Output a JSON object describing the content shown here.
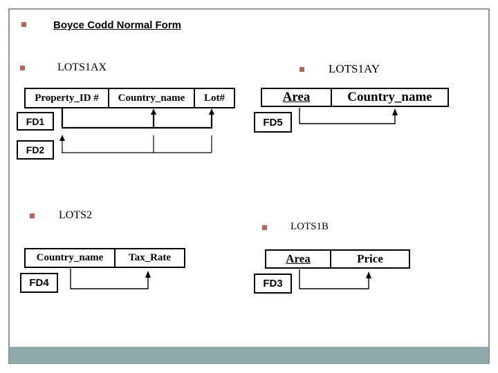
{
  "slide": {
    "title": "Boyce Codd Normal Form"
  },
  "colors": {
    "bullet_accent": "#bc6359",
    "footer_bar": "#8eabaa",
    "slide_border": "#8a9898",
    "line_and_text": "#000000"
  },
  "sections": {
    "lots1ax": {
      "label": "LOTS1AX",
      "columns": [
        "Property_ID #",
        "Country_name",
        "Lot#"
      ]
    },
    "lots1ay": {
      "label": "LOTS1AY",
      "columns": [
        "Area",
        "Country_name"
      ]
    },
    "lots2": {
      "label": "LOTS2",
      "columns": [
        "Country_name",
        "Tax_Rate"
      ]
    },
    "lots1b": {
      "label": "LOTS1B",
      "columns": [
        "Area",
        "Price"
      ]
    }
  },
  "fds": {
    "fd1": {
      "label": "FD1",
      "relation": "LOTS1AX",
      "determinant": [
        "Property_ID #"
      ],
      "dependents": [
        "Country_name",
        "Lot#"
      ]
    },
    "fd2": {
      "label": "FD2",
      "relation": "LOTS1AX",
      "determinant": [
        "Country_name",
        "Lot#"
      ],
      "dependents": [
        "Property_ID #"
      ]
    },
    "fd5": {
      "label": "FD5",
      "relation": "LOTS1AY",
      "determinant": [
        "Area"
      ],
      "dependents": [
        "Country_name"
      ]
    },
    "fd4": {
      "label": "FD4",
      "relation": "LOTS2",
      "determinant": [
        "Country_name"
      ],
      "dependents": [
        "Tax_Rate"
      ]
    },
    "fd3": {
      "label": "FD3",
      "relation": "LOTS1B",
      "determinant": [
        "Area"
      ],
      "dependents": [
        "Price"
      ]
    }
  }
}
